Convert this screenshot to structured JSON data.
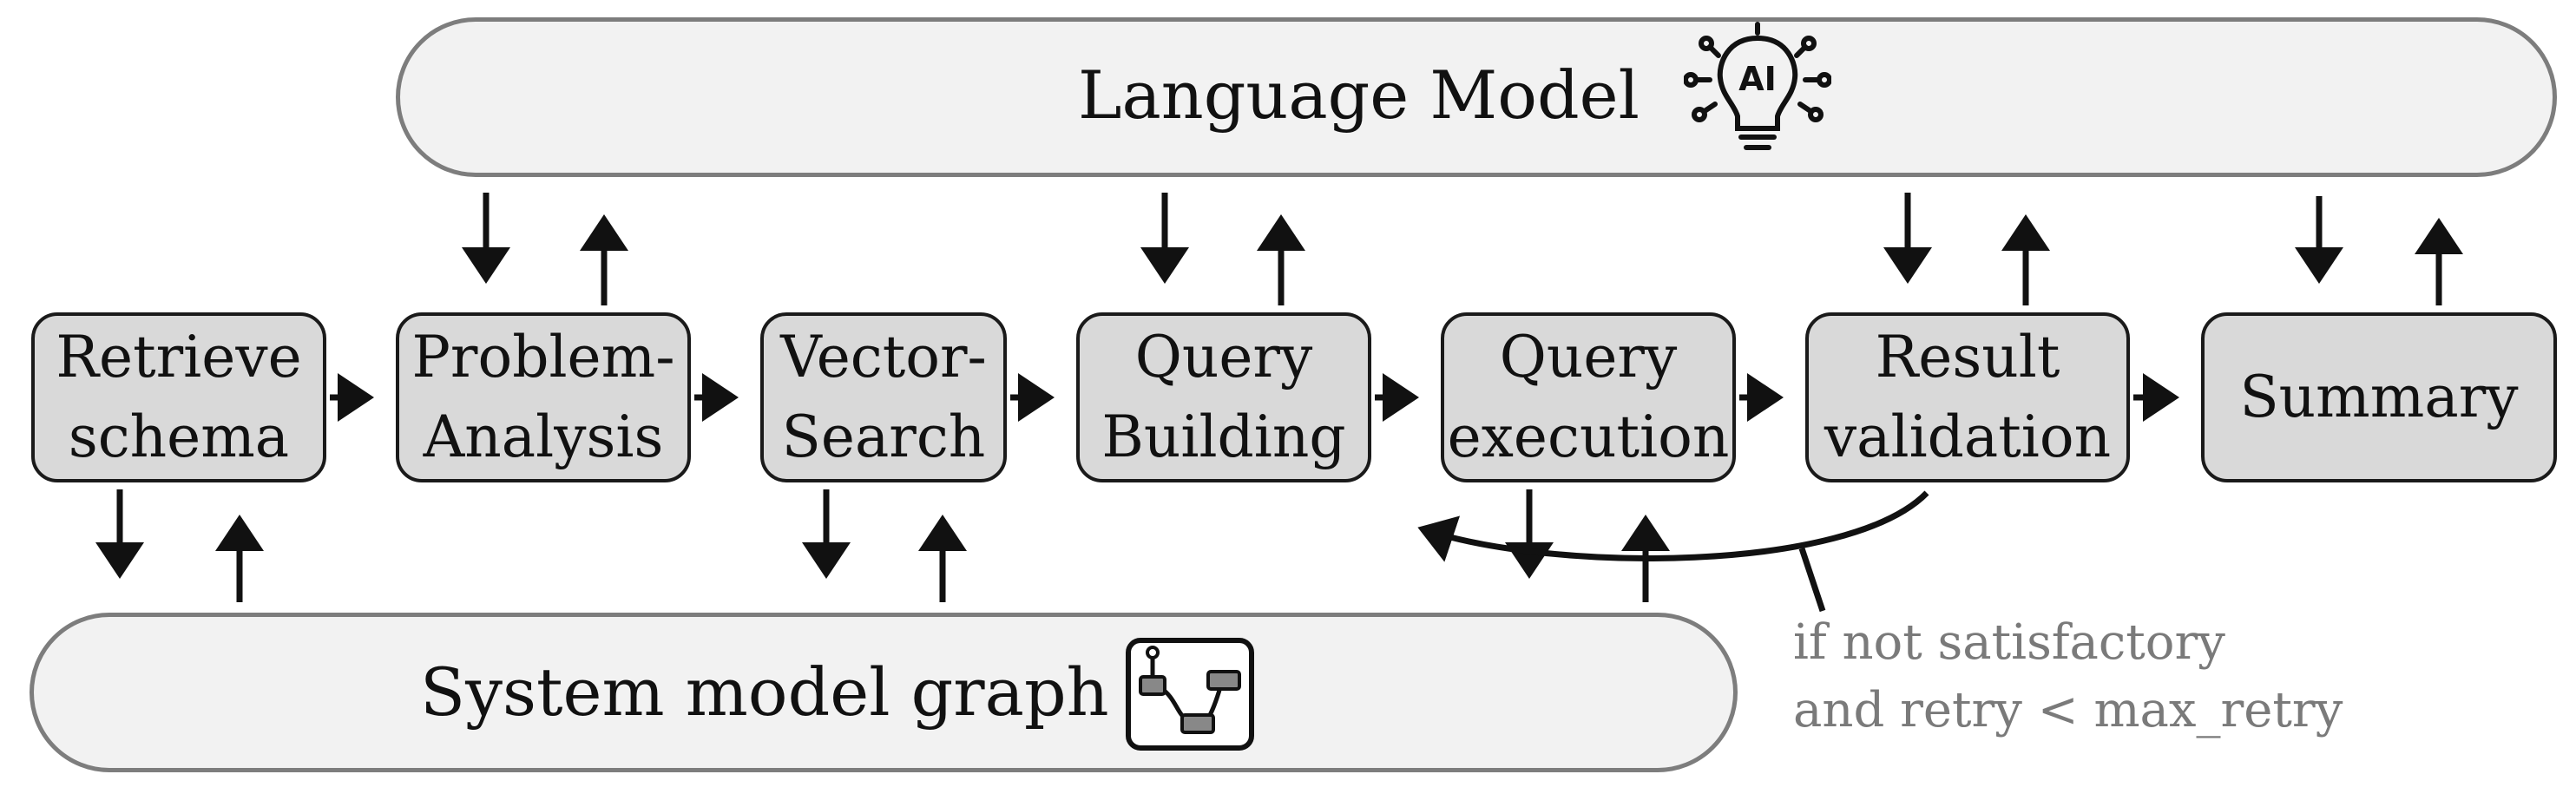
{
  "language_model": {
    "label": "Language Model",
    "icon": "ai-lightbulb-icon",
    "icon_text": "AI"
  },
  "system_model_graph": {
    "label": "System model graph",
    "icon": "graph-nodes-icon"
  },
  "steps": [
    {
      "id": "retrieve-schema",
      "label": "Retrieve\nschema"
    },
    {
      "id": "problem-analysis",
      "label": "Problem-\nAnalysis"
    },
    {
      "id": "vector-search",
      "label": "Vector-\nSearch"
    },
    {
      "id": "query-building",
      "label": "Query\nBuilding"
    },
    {
      "id": "query-execution",
      "label": "Query\nexecution"
    },
    {
      "id": "result-validation",
      "label": "Result\nvalidation"
    },
    {
      "id": "summary",
      "label": "Summary"
    }
  ],
  "retry_note": {
    "line1": "if not satisfactory",
    "line2": "and retry < max_retry"
  }
}
